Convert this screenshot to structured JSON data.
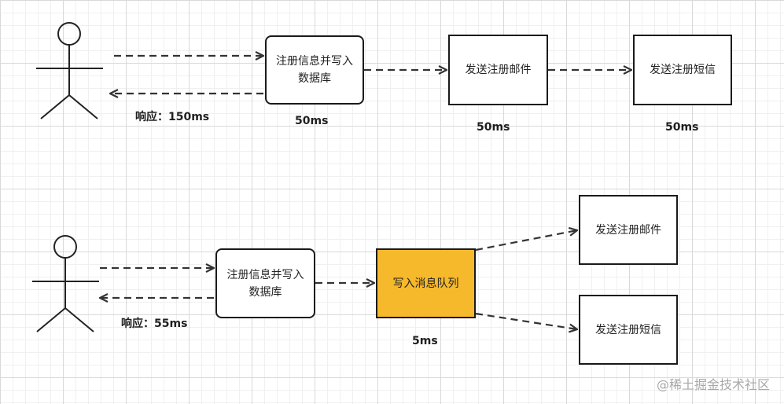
{
  "flow1": {
    "node_register": "注册信息并写入数据库",
    "node_email": "发送注册邮件",
    "node_sms": "发送注册短信",
    "time_register": "50ms",
    "time_email": "50ms",
    "time_sms": "50ms",
    "response": "响应：150ms"
  },
  "flow2": {
    "node_register": "注册信息并写入数据库",
    "node_queue": "写入消息队列",
    "node_email": "发送注册邮件",
    "node_sms": "发送注册短信",
    "time_queue": "5ms",
    "response": "响应：55ms"
  },
  "watermark": "@稀土掘金技术社区",
  "colors": {
    "queue_fill": "#f6b92b",
    "stroke": "#333333"
  }
}
